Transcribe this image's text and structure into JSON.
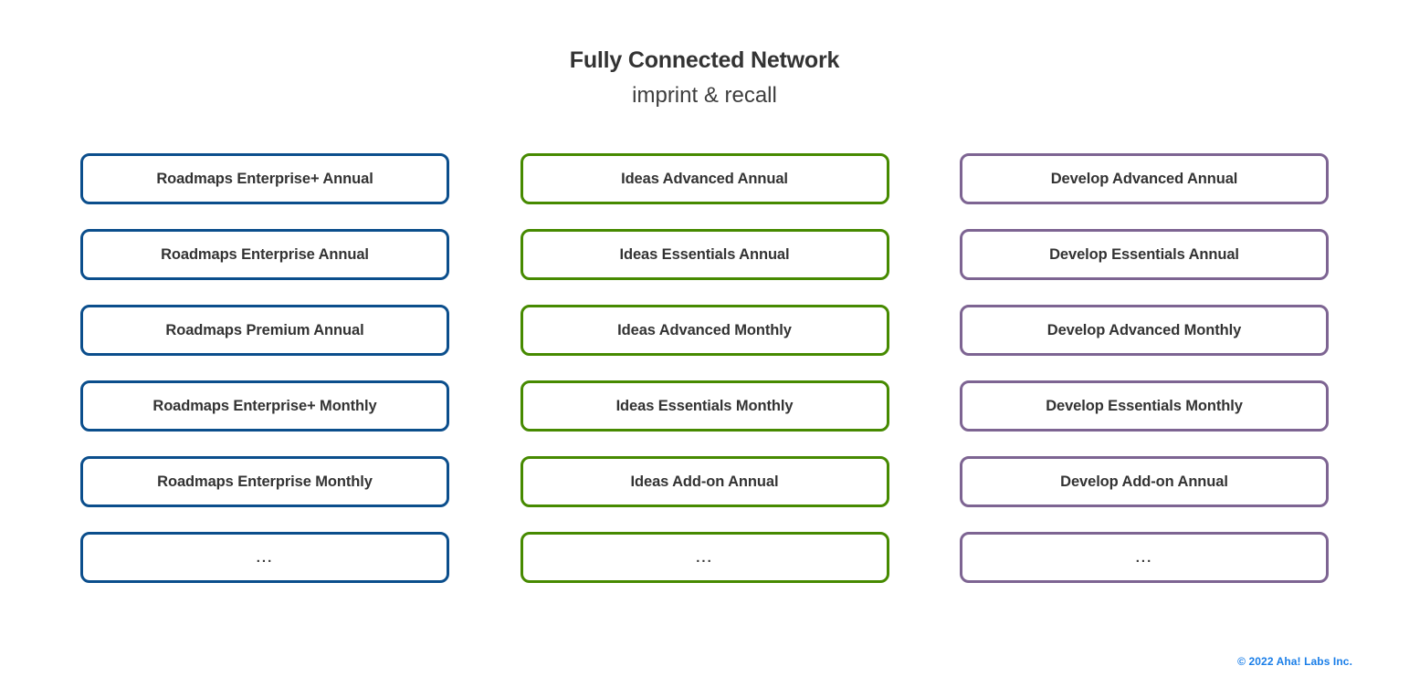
{
  "header": {
    "title": "Fully Connected Network",
    "subtitle": "imprint & recall"
  },
  "colors": {
    "roadmaps_accent": "#0b4e8c",
    "ideas_accent": "#468a00",
    "develop_accent": "#7d6492",
    "text": "#333333",
    "footer_link": "#1a7ee8",
    "background": "#ffffff"
  },
  "columns": [
    {
      "key": "roadmaps",
      "accent": "#0b4e8c",
      "nodes": [
        {
          "label": "Roadmaps Enterprise+ Annual"
        },
        {
          "label": "Roadmaps Enterprise Annual"
        },
        {
          "label": "Roadmaps Premium Annual"
        },
        {
          "label": "Roadmaps Enterprise+ Monthly"
        },
        {
          "label": "Roadmaps Enterprise Monthly"
        },
        {
          "label": "..."
        }
      ]
    },
    {
      "key": "ideas",
      "accent": "#468a00",
      "nodes": [
        {
          "label": "Ideas Advanced Annual"
        },
        {
          "label": "Ideas Essentials Annual"
        },
        {
          "label": "Ideas Advanced Monthly"
        },
        {
          "label": "Ideas Essentials Monthly"
        },
        {
          "label": "Ideas Add-on Annual"
        },
        {
          "label": "..."
        }
      ]
    },
    {
      "key": "develop",
      "accent": "#7d6492",
      "nodes": [
        {
          "label": "Develop Advanced Annual"
        },
        {
          "label": "Develop Essentials Annual"
        },
        {
          "label": "Develop Advanced Monthly"
        },
        {
          "label": "Develop Essentials Monthly"
        },
        {
          "label": "Develop Add-on Annual"
        },
        {
          "label": "..."
        }
      ]
    }
  ],
  "footer": {
    "copyright": "© 2022 Aha! Labs Inc."
  }
}
